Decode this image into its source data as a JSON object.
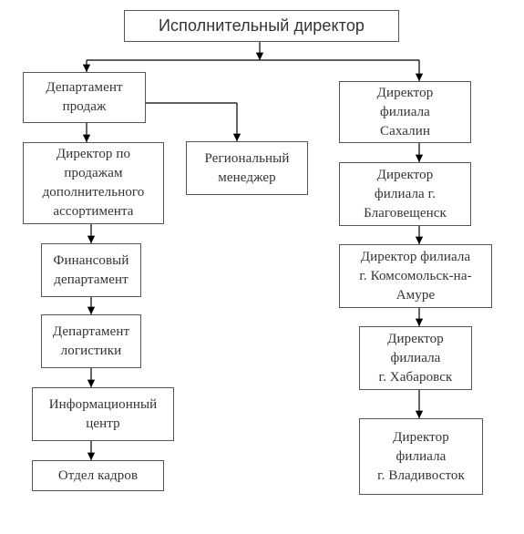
{
  "org_chart": {
    "ceo": "Исполнительный директор",
    "left_column": {
      "sales_department": "Департамент\nпродаж",
      "sales_director": "Директор по\nпродажам\nдополнительного\nассортимента",
      "regional_manager": "Региональный\nменеджер",
      "finance_department": "Финансовый\nдепартамент",
      "logistics_department": "Департамент\nлогистики",
      "it_center": "Информационный\nцентр",
      "hr_department": "Отдел кадров"
    },
    "right_column": {
      "branch_sakhalin": "Директор\nфилиала\nСахалин",
      "branch_blagoveshchensk": "Директор\nфилиала г.\nБлаговещенск",
      "branch_komsomolsk": "Директор филиала\nг. Комсомольск-на-\nАмуре",
      "branch_khabarovsk": "Директор\nфилиала\nг. Хабаровск",
      "branch_vladivostok": "Директор\nфилиала\nг. Владивосток"
    }
  }
}
